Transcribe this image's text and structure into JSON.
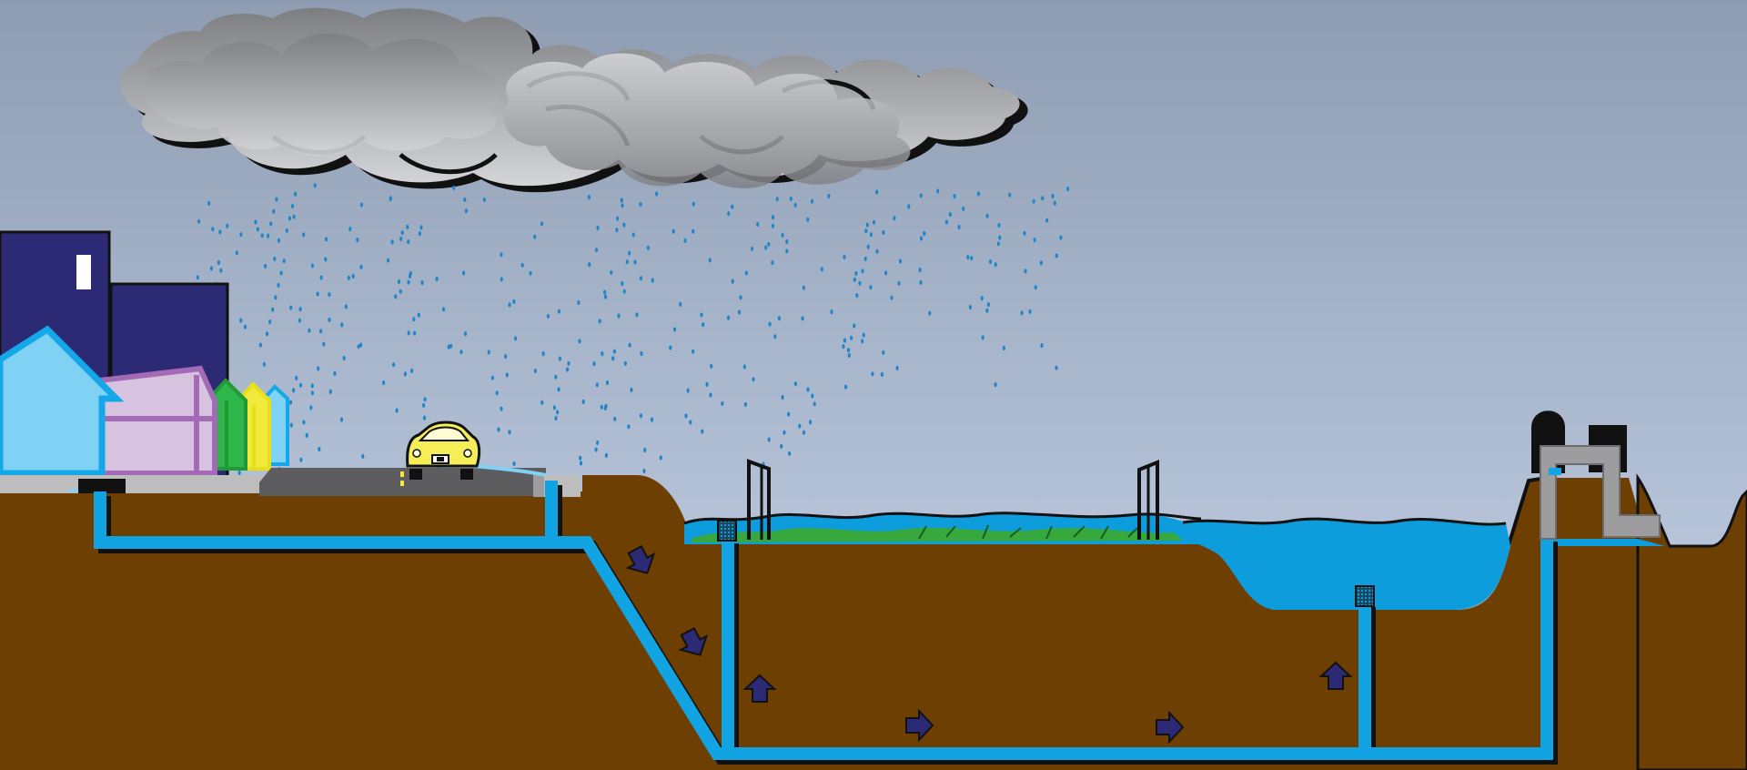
{
  "diagram": {
    "kind": "stormwater-runoff-cross-section",
    "text_labels": [],
    "colors": {
      "sky_top": "#8f9db3",
      "sky_bottom": "#c3d0e6",
      "ground": "#6e3f02",
      "water": "#0d9ddc",
      "pipe": "#12a3e2",
      "cloud_fill": "#a7a8ab",
      "cloud_outline": "#111111",
      "buildings_navy": "#2c2a74",
      "house_blue": "#7fd2f4",
      "house_lilac": "#d7c3e0",
      "house_green": "#2fb64a",
      "house_yellow": "#f2ea3a",
      "road": "#5d5d5f",
      "sidewalk": "#bdbdbd",
      "car": "#f5ee58",
      "flow_arrow": "#2c2a74",
      "vegetation": "#36a83e",
      "raindrop": "#1f86c9",
      "outfall_structure": "#9d9d9f"
    },
    "elements": {
      "storm_cloud": "storm-cloud",
      "rain": "rainfall",
      "buildings": [
        "navy-tower",
        "navy-block",
        "blue-house",
        "lilac-house",
        "green-house",
        "yellow-house",
        "small-blue-house"
      ],
      "vehicle": "yellow-car",
      "street": "road-with-curb-inlet",
      "pipes": [
        "storm-drain-main",
        "downslope-pipe",
        "riser-pipe",
        "bottom-conduit",
        "basin-riser",
        "outfall-pipe"
      ],
      "basins": [
        "wetland-basin",
        "detention-pond"
      ],
      "flow_arrows": [
        "down-right",
        "down-right",
        "up",
        "right",
        "right",
        "up"
      ]
    }
  }
}
